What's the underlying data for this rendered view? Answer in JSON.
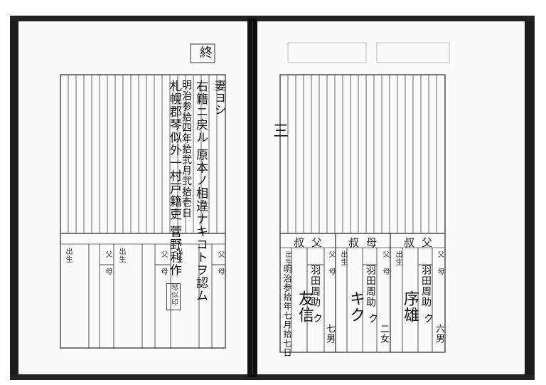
{
  "left_page": {
    "corner_mark": "終",
    "entry_lines": [
      "妻ヨシ",
      "右籍ニ戻ル 原本ノ相違ナキコトヲ認ム",
      "明治参拾四年拾弐月弐拾壱日",
      "札幌郡琴似外一村戸籍吏 菅野利作"
    ],
    "stamp": "琴似印"
  },
  "right_page": {
    "side_mark": "三",
    "members": [
      {
        "relation": "叔父",
        "father": "羽田周助",
        "mother": "ク",
        "birth_order": "六男",
        "name": "序雄"
      },
      {
        "relation": "叔母",
        "father": "羽田周助",
        "mother": "ク",
        "birth_order": "二女",
        "name": "キク"
      },
      {
        "relation": "叔父",
        "father": "羽田周助",
        "mother": "ク",
        "birth_order": "七男",
        "name": "友信",
        "birth_date": "明治参拾年七月拾七日"
      }
    ]
  },
  "labels": {
    "birth": "出生",
    "father": "父",
    "mother": "母"
  }
}
